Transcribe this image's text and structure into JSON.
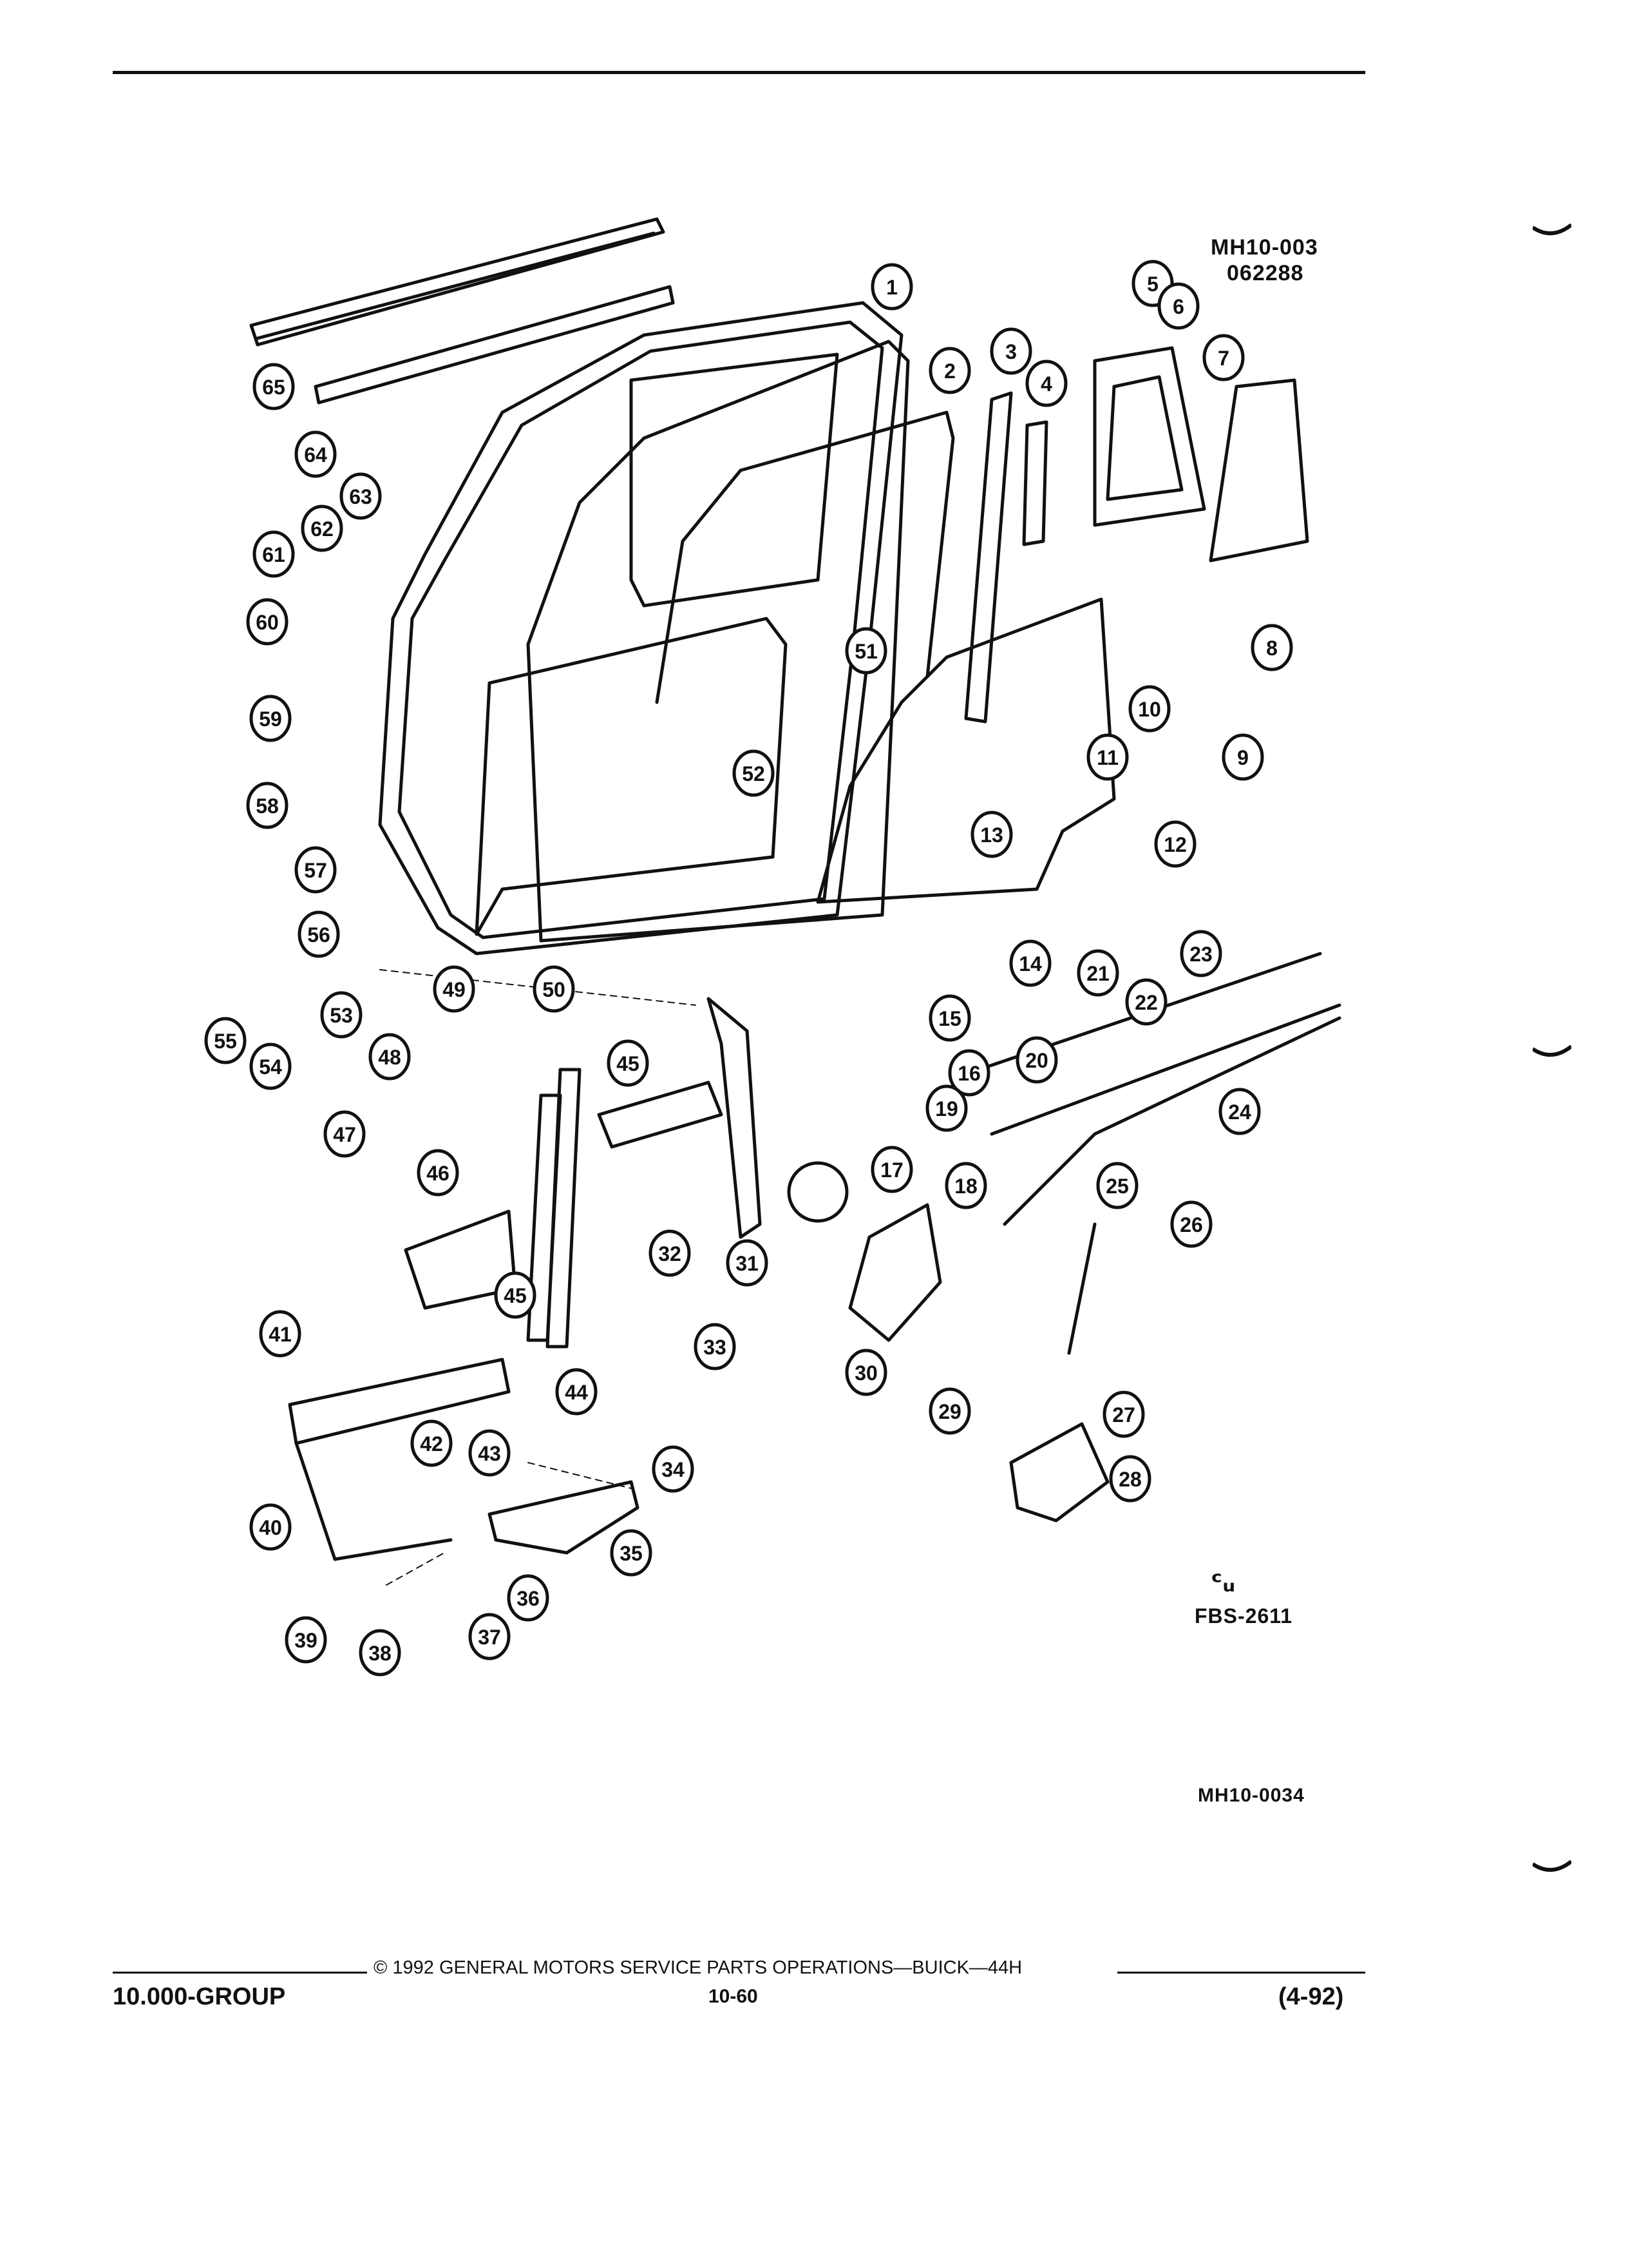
{
  "header": {
    "ref_code": "MH10-003",
    "ref_date": "062288"
  },
  "logo": {
    "text": "FBS-2611"
  },
  "figure_code": "MH10-0034",
  "callouts": [
    "1",
    "2",
    "3",
    "4",
    "5",
    "6",
    "7",
    "8",
    "9",
    "10",
    "11",
    "12",
    "13",
    "14",
    "15",
    "16",
    "17",
    "18",
    "19",
    "20",
    "21",
    "22",
    "23",
    "24",
    "25",
    "26",
    "27",
    "28",
    "29",
    "30",
    "31",
    "32",
    "33",
    "34",
    "35",
    "36",
    "37",
    "38",
    "39",
    "40",
    "41",
    "42",
    "43",
    "44",
    "45",
    "45",
    "46",
    "47",
    "48",
    "49",
    "50",
    "51",
    "52",
    "53",
    "54",
    "55",
    "56",
    "57",
    "58",
    "59",
    "60",
    "61",
    "62",
    "63",
    "64",
    "65"
  ],
  "footer": {
    "copyright": "© 1992 GENERAL MOTORS SERVICE PARTS OPERATIONS—BUICK—44H",
    "group": "10.000-GROUP",
    "page": "10-60",
    "date": "(4-92)"
  }
}
